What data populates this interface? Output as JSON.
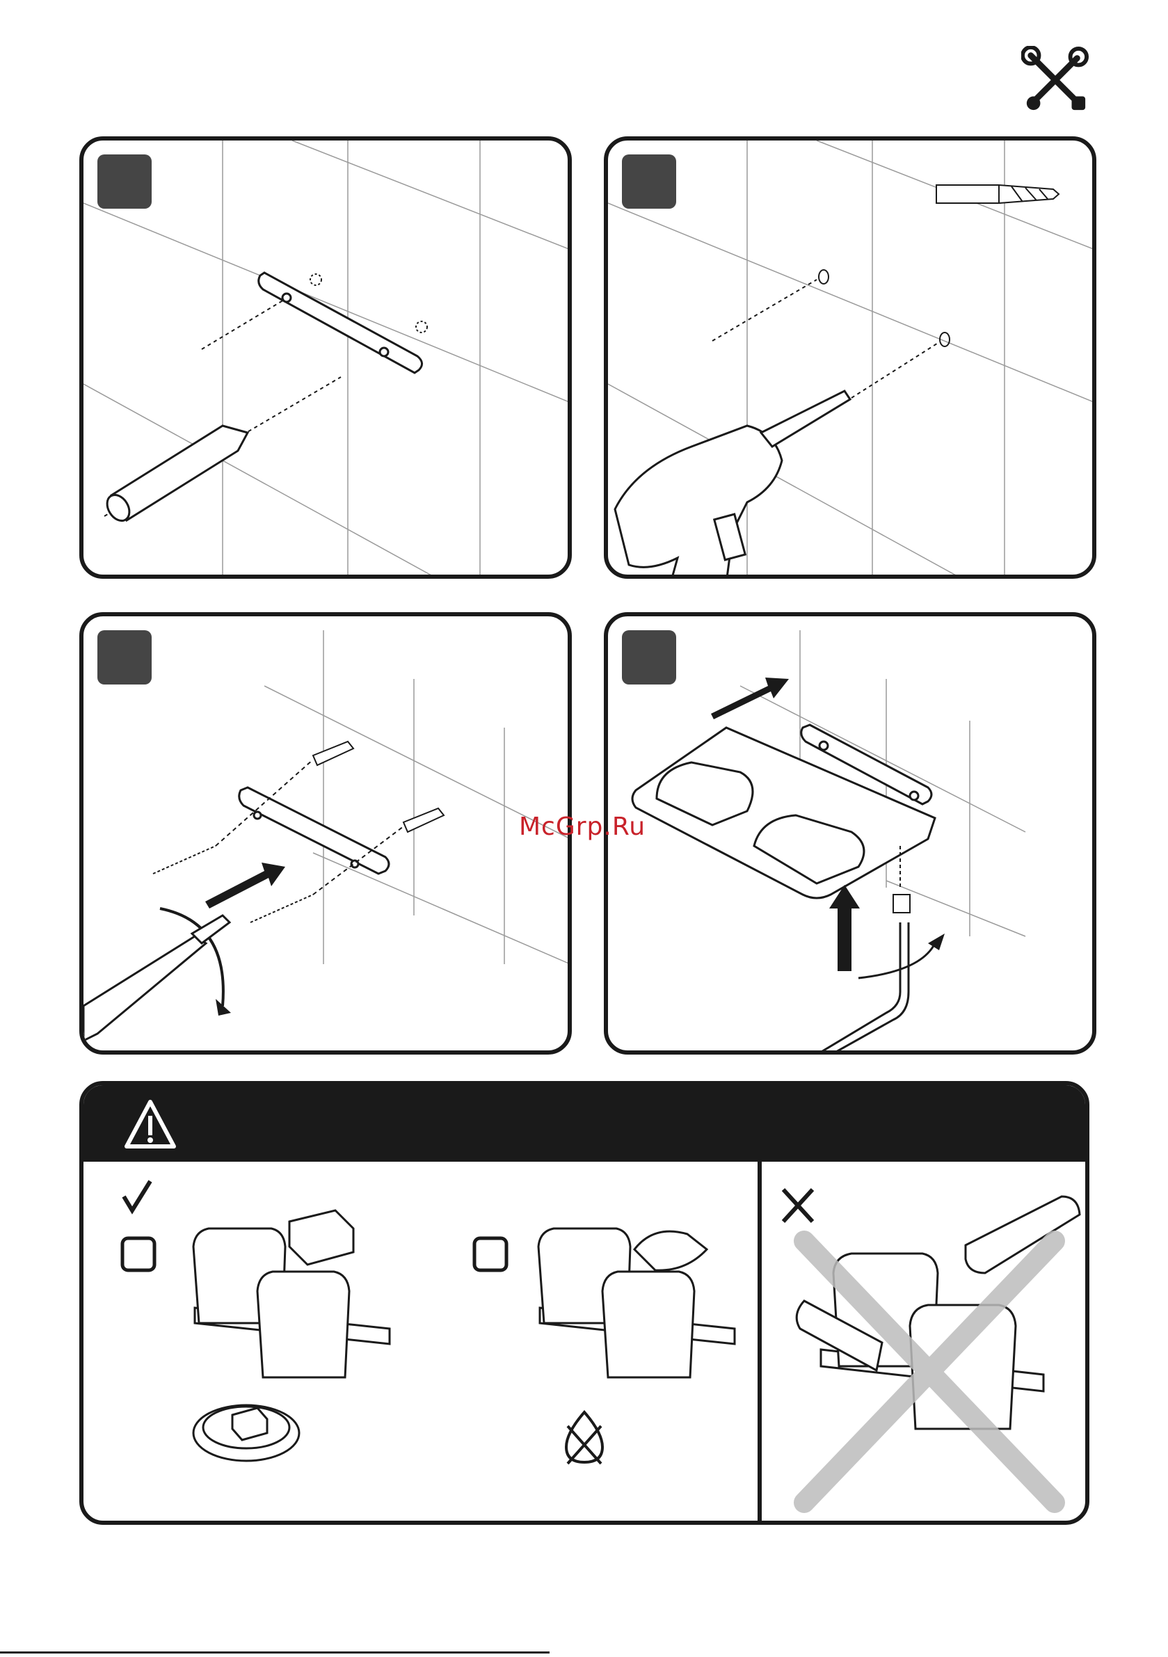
{
  "watermark": {
    "text": "McGrp.Ru",
    "color": "#c8222a"
  },
  "icons": {
    "header_tools": "tools-wrench-screwdriver-icon",
    "warning": "warning-triangle-icon",
    "ok": "check-mark-icon",
    "not_ok": "cross-mark-icon",
    "no_water": "no-water-drop-icon"
  },
  "steps": [
    {
      "id": "step-1",
      "content": "mark-holes-with-pencil"
    },
    {
      "id": "step-2",
      "content": "drill-holes"
    },
    {
      "id": "step-3",
      "content": "insert-dowels-and-screw-bracket"
    },
    {
      "id": "step-4",
      "content": "slide-shelf-and-tighten-set-screw"
    }
  ],
  "colors": {
    "ink": "#1a1a1a",
    "badge": "#454545",
    "cross_overlay": "#bdbdbd"
  }
}
